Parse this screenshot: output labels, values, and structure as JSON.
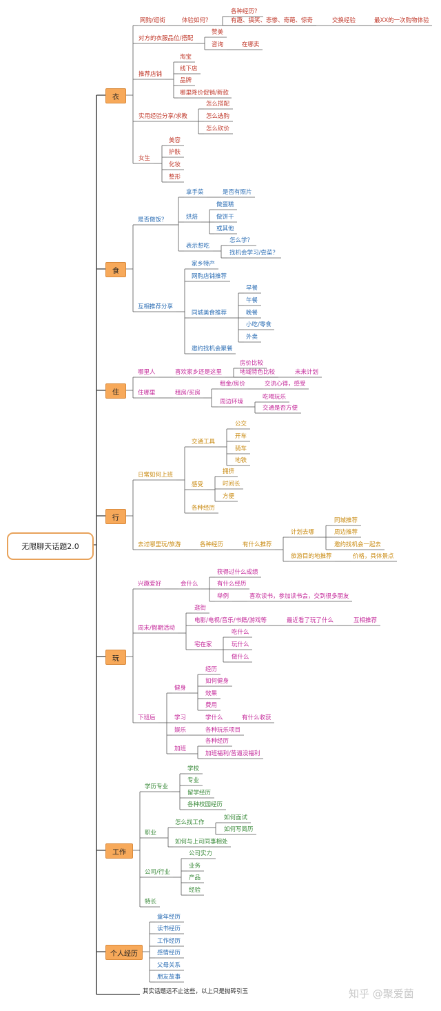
{
  "root": "无限聊天话题2.0",
  "colors": {
    "red": "#c0392b",
    "green": "#3a8a3a",
    "blue": "#2e6fb5",
    "magenta": "#c42a9a",
    "orange": "#c98a10",
    "dark": "#222222",
    "category_fill": "#f7a95a",
    "root_border": "#e8a25a"
  },
  "categories": [
    {
      "name": "衣",
      "nodes": [
        {
          "text": "网购/逛街",
          "color": "red"
        },
        {
          "text": "体验如何？",
          "color": "red"
        },
        {
          "text": "各种经历？",
          "color": "red"
        },
        {
          "text": "有趣、搞笑、悲惨、奇葩、惊奇",
          "color": "red"
        },
        {
          "text": "交换经验",
          "color": "red"
        },
        {
          "text": "最XX的一次购物体验",
          "color": "red"
        },
        {
          "text": "对方的衣服品位/搭配",
          "color": "red"
        },
        {
          "text": "赞美",
          "color": "red"
        },
        {
          "text": "咨询",
          "color": "red"
        },
        {
          "text": "在哪卖",
          "color": "red"
        },
        {
          "text": "推荐店铺",
          "color": "red"
        },
        {
          "text": "淘宝",
          "color": "red"
        },
        {
          "text": "线下店",
          "color": "red"
        },
        {
          "text": "品牌",
          "color": "red"
        },
        {
          "text": "哪里降价促销/新款",
          "color": "red"
        },
        {
          "text": "实用经验分享/求教",
          "color": "red"
        },
        {
          "text": "怎么搭配",
          "color": "red"
        },
        {
          "text": "怎么选购",
          "color": "red"
        },
        {
          "text": "怎么砍价",
          "color": "red"
        },
        {
          "text": "女生",
          "color": "red"
        },
        {
          "text": "美容",
          "color": "red"
        },
        {
          "text": "护肤",
          "color": "red"
        },
        {
          "text": "化妆",
          "color": "red"
        },
        {
          "text": "整形",
          "color": "red"
        }
      ]
    },
    {
      "name": "食",
      "nodes": [
        {
          "text": "是否做饭？",
          "color": "blue"
        },
        {
          "text": "拿手菜",
          "color": "blue"
        },
        {
          "text": "是否有照片",
          "color": "blue"
        },
        {
          "text": "烘焙",
          "color": "blue"
        },
        {
          "text": "做蛋糕",
          "color": "blue"
        },
        {
          "text": "做饼干",
          "color": "blue"
        },
        {
          "text": "或其他",
          "color": "blue"
        },
        {
          "text": "表示想吃",
          "color": "blue"
        },
        {
          "text": "怎么学？",
          "color": "blue"
        },
        {
          "text": "找机会学习/尝菜？",
          "color": "blue"
        },
        {
          "text": "互相推荐分享",
          "color": "blue"
        },
        {
          "text": "家乡特产",
          "color": "blue"
        },
        {
          "text": "网购店铺推荐",
          "color": "blue"
        },
        {
          "text": "同城美食推荐",
          "color": "blue"
        },
        {
          "text": "早餐",
          "color": "blue"
        },
        {
          "text": "午餐",
          "color": "blue"
        },
        {
          "text": "晚餐",
          "color": "blue"
        },
        {
          "text": "小吃/零食",
          "color": "blue"
        },
        {
          "text": "外卖",
          "color": "blue"
        },
        {
          "text": "邀约找机会聚餐",
          "color": "blue"
        }
      ]
    },
    {
      "name": "住",
      "nodes": [
        {
          "text": "哪里人",
          "color": "magenta"
        },
        {
          "text": "喜欢家乡还是这里",
          "color": "magenta"
        },
        {
          "text": "房价比较",
          "color": "magenta"
        },
        {
          "text": "地域特色比较",
          "color": "magenta"
        },
        {
          "text": "未来计划",
          "color": "magenta"
        },
        {
          "text": "住哪里",
          "color": "magenta"
        },
        {
          "text": "租房/买房",
          "color": "magenta"
        },
        {
          "text": "租金/房价",
          "color": "magenta"
        },
        {
          "text": "交流心得，感受",
          "color": "magenta"
        },
        {
          "text": "周边环境",
          "color": "magenta"
        },
        {
          "text": "吃喝玩乐",
          "color": "magenta"
        },
        {
          "text": "交通是否方便",
          "color": "magenta"
        }
      ]
    },
    {
      "name": "行",
      "nodes": [
        {
          "text": "日常如何上班",
          "color": "orange"
        },
        {
          "text": "交通工具",
          "color": "orange"
        },
        {
          "text": "公交",
          "color": "orange"
        },
        {
          "text": "开车",
          "color": "orange"
        },
        {
          "text": "骑车",
          "color": "orange"
        },
        {
          "text": "地铁",
          "color": "orange"
        },
        {
          "text": "感受",
          "color": "orange"
        },
        {
          "text": "拥挤",
          "color": "orange"
        },
        {
          "text": "时间长",
          "color": "orange"
        },
        {
          "text": "方便",
          "color": "orange"
        },
        {
          "text": "各种经历",
          "color": "orange"
        },
        {
          "text": "去过哪里玩/旅游",
          "color": "orange"
        },
        {
          "text": "各种经历",
          "color": "orange"
        },
        {
          "text": "有什么推荐",
          "color": "orange"
        },
        {
          "text": "计划去哪",
          "color": "orange"
        },
        {
          "text": "同城推荐",
          "color": "orange"
        },
        {
          "text": "周边推荐",
          "color": "orange"
        },
        {
          "text": "邀约找机会一起去",
          "color": "orange"
        },
        {
          "text": "旅游目的地推荐",
          "color": "orange"
        },
        {
          "text": "价格，具体景点",
          "color": "orange"
        }
      ]
    },
    {
      "name": "玩",
      "nodes": [
        {
          "text": "兴趣爱好",
          "color": "magenta"
        },
        {
          "text": "会什么",
          "color": "magenta"
        },
        {
          "text": "获得过什么成绩",
          "color": "magenta"
        },
        {
          "text": "有什么经历",
          "color": "magenta"
        },
        {
          "text": "举例",
          "color": "magenta"
        },
        {
          "text": "喜欢读书，参加读书会，交到很多朋友",
          "color": "magenta"
        },
        {
          "text": "周末/假期活动",
          "color": "magenta"
        },
        {
          "text": "逛街",
          "color": "magenta"
        },
        {
          "text": "电影/电视/音乐/书籍/游戏等",
          "color": "magenta"
        },
        {
          "text": "最近看了玩了什么",
          "color": "magenta"
        },
        {
          "text": "互相推荐",
          "color": "magenta"
        },
        {
          "text": "宅在家",
          "color": "magenta"
        },
        {
          "text": "吃什么",
          "color": "magenta"
        },
        {
          "text": "玩什么",
          "color": "magenta"
        },
        {
          "text": "做什么",
          "color": "magenta"
        },
        {
          "text": "下班后",
          "color": "magenta"
        },
        {
          "text": "健身",
          "color": "magenta"
        },
        {
          "text": "经历",
          "color": "magenta"
        },
        {
          "text": "如何健身",
          "color": "magenta"
        },
        {
          "text": "效果",
          "color": "magenta"
        },
        {
          "text": "费用",
          "color": "magenta"
        },
        {
          "text": "学习",
          "color": "magenta"
        },
        {
          "text": "学什么",
          "color": "magenta"
        },
        {
          "text": "有什么收获",
          "color": "magenta"
        },
        {
          "text": "娱乐",
          "color": "magenta"
        },
        {
          "text": "各种玩乐项目",
          "color": "magenta"
        },
        {
          "text": "加班",
          "color": "magenta"
        },
        {
          "text": "各种经历",
          "color": "magenta"
        },
        {
          "text": "加班福利/苦逼没福利",
          "color": "magenta"
        }
      ]
    },
    {
      "name": "工作",
      "nodes": [
        {
          "text": "学历专业",
          "color": "green"
        },
        {
          "text": "学校",
          "color": "green"
        },
        {
          "text": "专业",
          "color": "green"
        },
        {
          "text": "留学经历",
          "color": "green"
        },
        {
          "text": "各种校园经历",
          "color": "green"
        },
        {
          "text": "职业",
          "color": "green"
        },
        {
          "text": "怎么找工作",
          "color": "green"
        },
        {
          "text": "如何面试",
          "color": "green"
        },
        {
          "text": "如何写简历",
          "color": "green"
        },
        {
          "text": "如何与上司同事相处",
          "color": "green"
        },
        {
          "text": "公司/行业",
          "color": "green"
        },
        {
          "text": "公司实力",
          "color": "green"
        },
        {
          "text": "业务",
          "color": "green"
        },
        {
          "text": "产品",
          "color": "green"
        },
        {
          "text": "经验",
          "color": "green"
        },
        {
          "text": "特长",
          "color": "green"
        }
      ]
    },
    {
      "name": "个人经历",
      "nodes": [
        {
          "text": "童年经历",
          "color": "blue"
        },
        {
          "text": "读书经历",
          "color": "blue"
        },
        {
          "text": "工作经历",
          "color": "blue"
        },
        {
          "text": "感情经历",
          "color": "blue"
        },
        {
          "text": "父母关系",
          "color": "blue"
        },
        {
          "text": "朋友故事",
          "color": "blue"
        }
      ]
    }
  ],
  "footer": "其实话题远不止这些，以上只是抛砖引玉",
  "watermark": "知乎 @聚爱菌"
}
